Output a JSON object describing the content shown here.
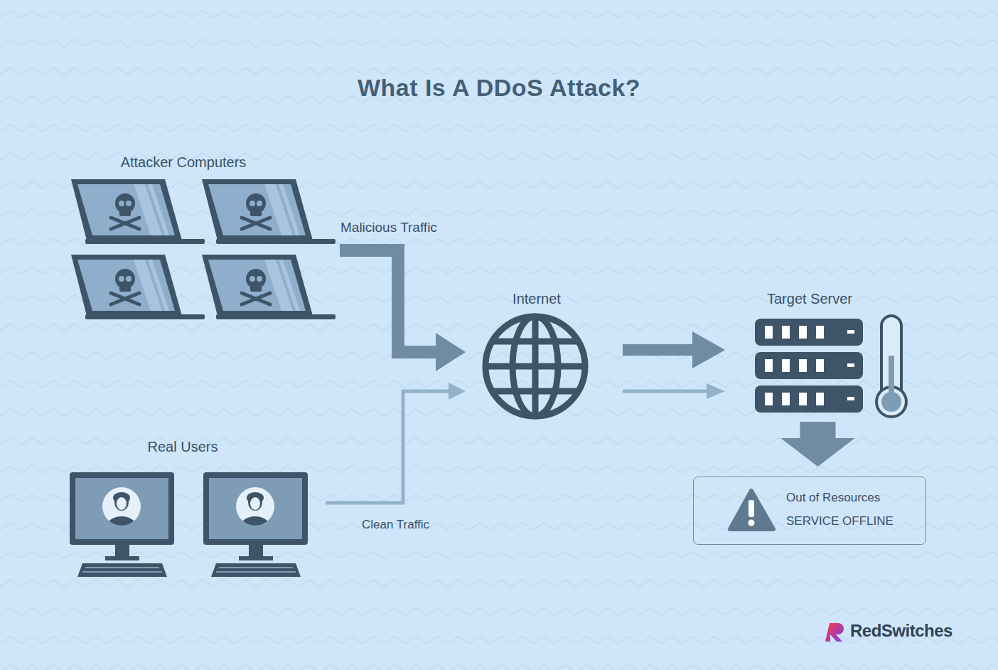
{
  "diagram": {
    "title": "What Is A DDoS Attack?",
    "nodes": [
      {
        "text": [
          "Attacker Computers"
        ]
      },
      {
        "text": [
          "Real Users"
        ]
      },
      {
        "text": [
          "Internet"
        ]
      },
      {
        "text": [
          "Target Server"
        ]
      },
      {
        "text": [
          "Out of Resources",
          "SERVICE OFFLINE"
        ]
      }
    ],
    "edges": [
      {
        "from": 0,
        "to": 2,
        "label": "Malicious Traffic",
        "arrow": "to"
      },
      {
        "from": 1,
        "to": 2,
        "label": "Clean Traffic",
        "arrow": "to"
      },
      {
        "from": 2,
        "to": 3,
        "arrow": "to"
      },
      {
        "from": 2,
        "to": 3,
        "arrow": "to"
      },
      {
        "from": 3,
        "to": 4,
        "arrow": "to"
      }
    ],
    "labels": [
      "RedSwitches"
    ]
  }
}
